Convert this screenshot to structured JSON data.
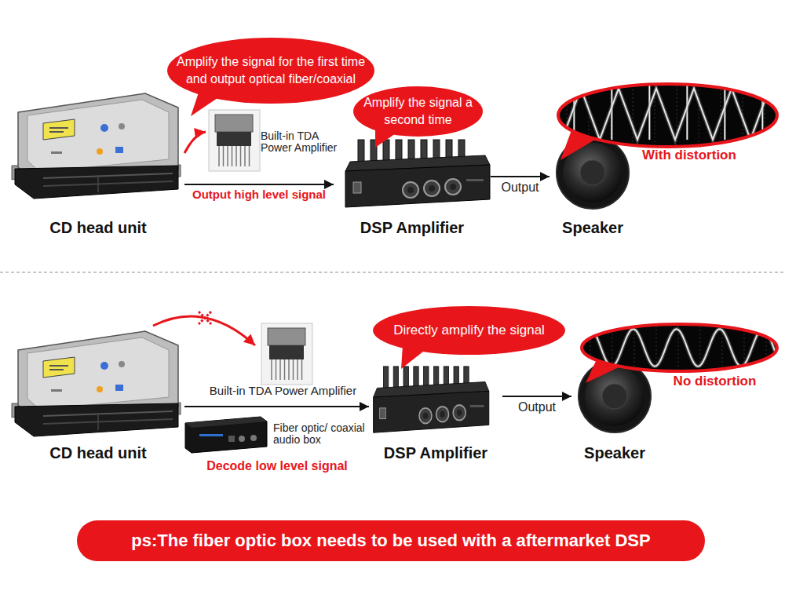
{
  "diagram": {
    "nodes": [
      {
        "text": [
          "Amplify the signal for the first time and output optical fiber/coaxial"
        ]
      },
      {
        "text": [
          "CD head unit"
        ]
      },
      {
        "text": [
          "Built-in TDA Power Amplifier"
        ]
      },
      {
        "text": [
          "Amplify the signal a second time"
        ]
      },
      {
        "text": [
          "DSP Amplifier"
        ]
      },
      {
        "text": [
          "With distortion"
        ]
      },
      {
        "text": [
          "Speaker"
        ]
      },
      {
        "text": [
          "CD head unit"
        ]
      },
      {
        "text": [
          "Built-in TDA Power Amplifier"
        ]
      },
      {
        "text": [
          "Fiber optic/ coaxial audio box",
          "Decode low level signal"
        ]
      },
      {
        "text": [
          "Directly amplify the signal"
        ]
      },
      {
        "text": [
          "DSP Amplifier"
        ]
      },
      {
        "text": [
          "No distortion"
        ]
      },
      {
        "text": [
          "Speaker"
        ]
      },
      {
        "text": [
          "ps:The fiber optic box needs to be used with a aftermarket DSP"
        ]
      }
    ],
    "edges": [
      {
        "from": 1,
        "to": 2,
        "arrow": "to"
      },
      {
        "from": 1,
        "to": 4,
        "label": "Output high level signal",
        "arrow": "to"
      },
      {
        "from": 4,
        "to": 6,
        "label": "Output",
        "arrow": "to"
      },
      {
        "from": 7,
        "to": 8,
        "arrow": "to"
      },
      {
        "from": 7,
        "to": 11,
        "arrow": "to"
      },
      {
        "from": 11,
        "to": 13,
        "label": "Output",
        "arrow": "to"
      }
    ]
  }
}
